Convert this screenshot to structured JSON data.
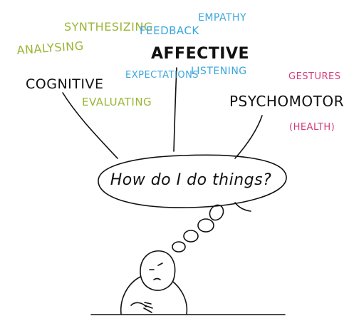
{
  "colors": {
    "background": "#ffffff",
    "ink": "#111111",
    "cognitive_accent": "#9ab536",
    "affective_accent": "#3aa6dd",
    "psychomotor_accent": "#d63b7a"
  },
  "central_question": "How do I do things?",
  "domains": {
    "cognitive": {
      "title": "COGNITIVE",
      "skills": [
        "SYNTHESIZING",
        "ANALYSING",
        "EVALUATING"
      ]
    },
    "affective": {
      "title": "AFFECTIVE",
      "skills": [
        "FEEDBACK",
        "EMPATHY",
        "EXPECTATIONS",
        "LISTENING"
      ]
    },
    "psychomotor": {
      "title": "PSYCHOMOTOR",
      "skills": [
        "GESTURES",
        "(HEALTH)"
      ]
    }
  },
  "icons": [
    "thinking-person-icon",
    "thought-bubble-icon"
  ]
}
